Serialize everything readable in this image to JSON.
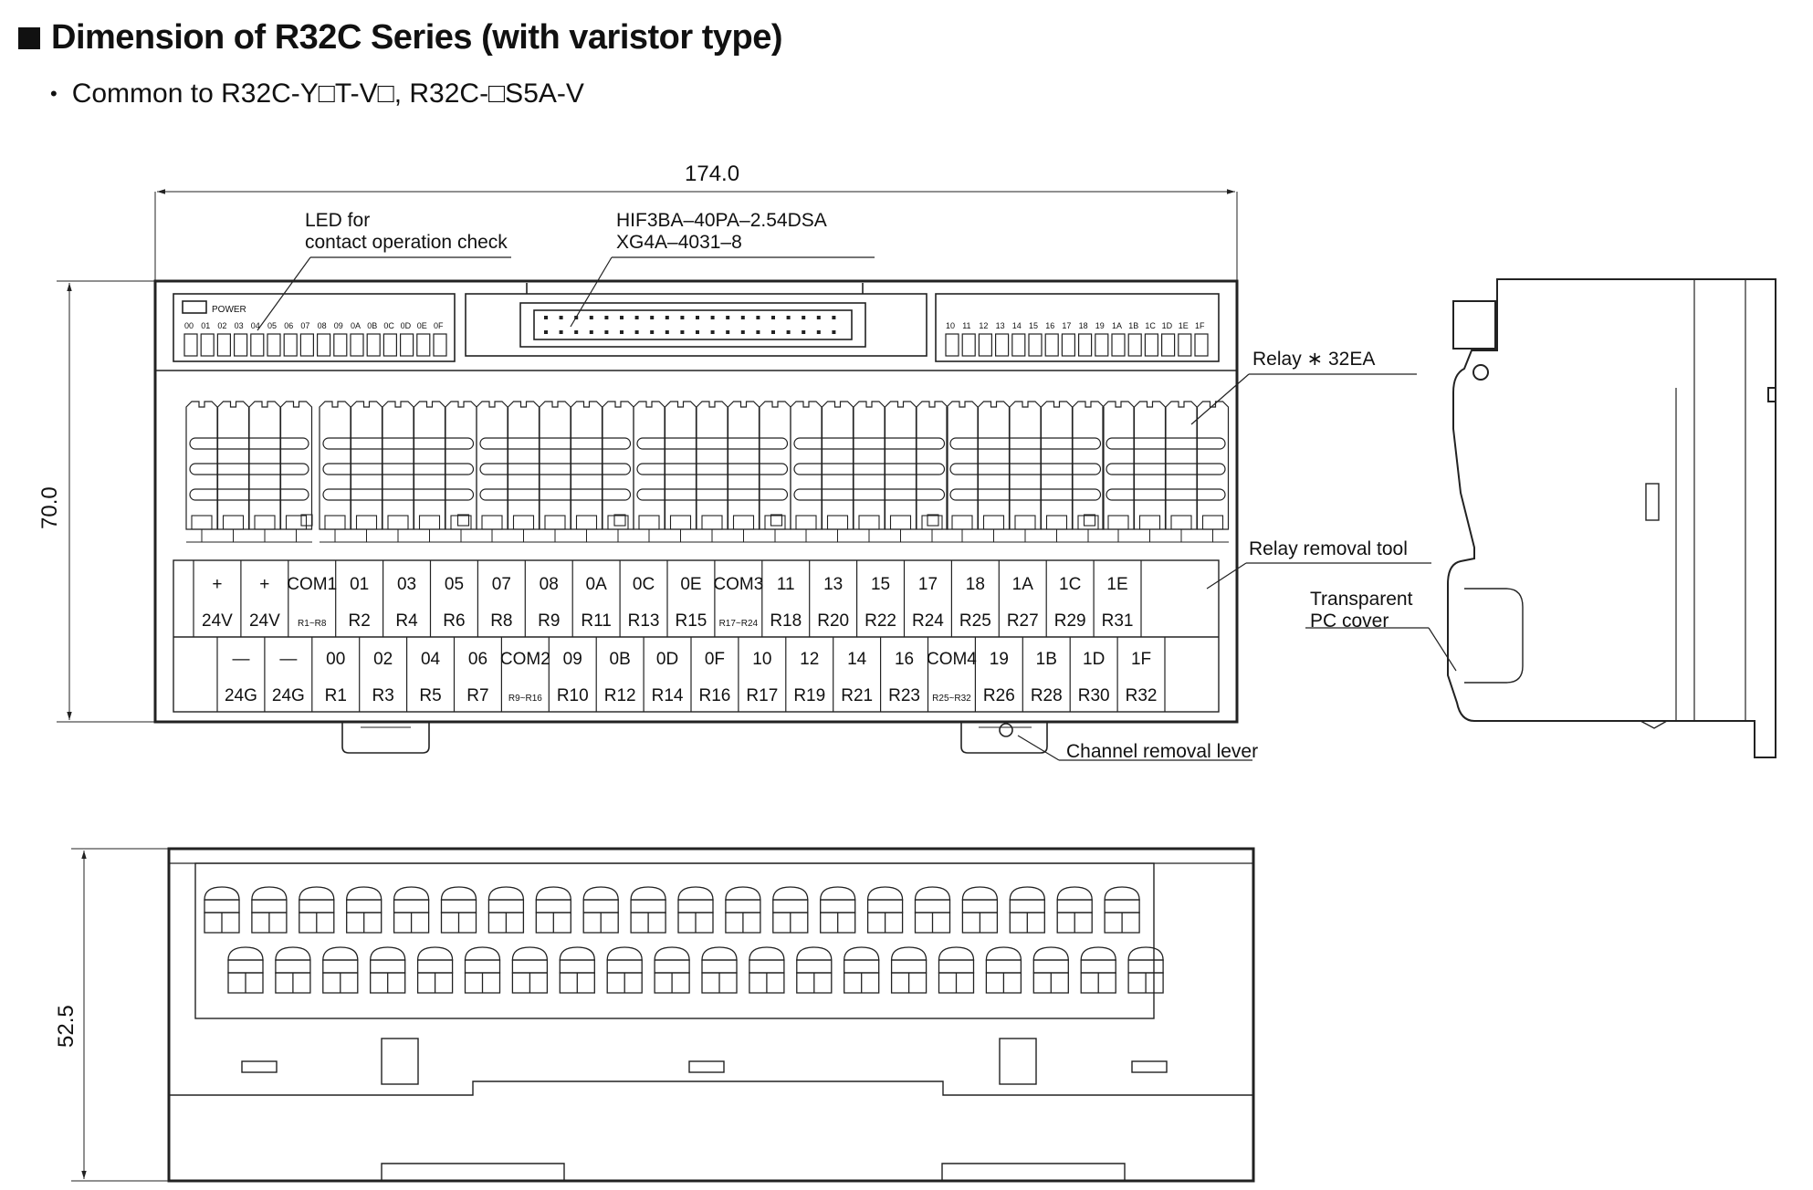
{
  "title": "Dimension of R32C Series (with varistor type)",
  "subtitle": "Common to R32C-Y□T-V□, R32C-□S5A-V",
  "dimensions": {
    "width": "174.0",
    "height": "70.0",
    "depth": "52.5"
  },
  "callouts": {
    "led_line1": "LED for",
    "led_line2": "contact operation check",
    "connector_line1": "HIF3BA–40PA–2.54DSA",
    "connector_line2": "XG4A–4031–8",
    "relay": "Relay ∗ 32EA",
    "relay_tool": "Relay removal tool",
    "pc_cover_line1": "Transparent",
    "pc_cover_line2": "PC cover",
    "lever": "Channel removal lever"
  },
  "led_panel": {
    "power_label": "POWER",
    "left_leds": [
      "00",
      "01",
      "02",
      "03",
      "04",
      "05",
      "06",
      "07",
      "08",
      "09",
      "0A",
      "0B",
      "0C",
      "0D",
      "0E",
      "0F"
    ],
    "right_leds": [
      "10",
      "11",
      "12",
      "13",
      "14",
      "15",
      "16",
      "17",
      "18",
      "19",
      "1A",
      "1B",
      "1C",
      "1D",
      "1E",
      "1F"
    ]
  },
  "terminals": {
    "upper_top": [
      "+",
      "+",
      "COM1",
      "01",
      "03",
      "05",
      "07",
      "08",
      "0A",
      "0C",
      "0E",
      "COM3",
      "11",
      "13",
      "15",
      "17",
      "18",
      "1A",
      "1C",
      "1E"
    ],
    "upper_bottom": [
      "24V",
      "24V",
      "R1~R8",
      "R2",
      "R4",
      "R6",
      "R8",
      "R9",
      "R11",
      "R13",
      "R15",
      "R17~R24",
      "R18",
      "R20",
      "R22",
      "R24",
      "R25",
      "R27",
      "R29",
      "R31"
    ],
    "lower_top": [
      "—",
      "—",
      "00",
      "02",
      "04",
      "06",
      "COM2",
      "09",
      "0B",
      "0D",
      "0F",
      "10",
      "12",
      "14",
      "16",
      "COM4",
      "19",
      "1B",
      "1D",
      "1F"
    ],
    "lower_bottom": [
      "24G",
      "24G",
      "R1",
      "R3",
      "R5",
      "R7",
      "R9~R16",
      "R10",
      "R12",
      "R14",
      "R16",
      "R17",
      "R19",
      "R21",
      "R23",
      "R25~R32",
      "R26",
      "R28",
      "R30",
      "R32"
    ]
  }
}
